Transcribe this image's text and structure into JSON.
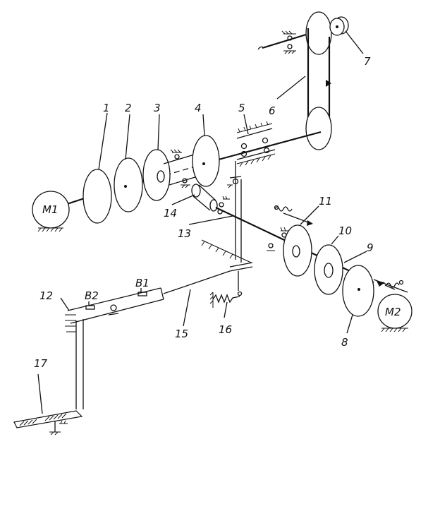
{
  "labels": {
    "n1": "1",
    "n2": "2",
    "n3": "3",
    "n4": "4",
    "n5": "5",
    "n6": "6",
    "n7": "7",
    "n8": "8",
    "n9": "9",
    "n10": "10",
    "n11": "11",
    "n12": "12",
    "n13": "13",
    "n14": "14",
    "n15": "15",
    "n16": "16",
    "n17": "17",
    "m1": "M1",
    "m2": "M2",
    "b1": "B1",
    "b2": "B2"
  }
}
